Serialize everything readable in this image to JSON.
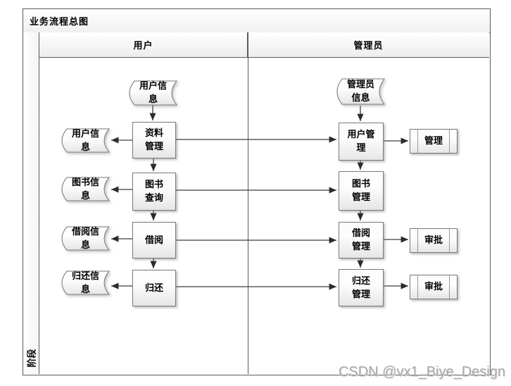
{
  "diagram": {
    "title": "业务流程总图",
    "stage_label": "阶段",
    "lanes": [
      {
        "id": "user",
        "label": "用户"
      },
      {
        "id": "admin",
        "label": "管理员"
      }
    ],
    "nodes": {
      "user_info_src": {
        "shape": "stored-data",
        "lane": "user",
        "label": [
          "用户信",
          "息"
        ]
      },
      "ziliao_guanli": {
        "shape": "process",
        "lane": "user",
        "label": [
          "资料",
          "管理"
        ]
      },
      "user_info_out": {
        "shape": "stored-data",
        "lane": "user",
        "label": [
          "用户信",
          "息"
        ]
      },
      "tushu_chaxun": {
        "shape": "process",
        "lane": "user",
        "label": [
          "图书",
          "查询"
        ]
      },
      "tushu_info": {
        "shape": "stored-data",
        "lane": "user",
        "label": [
          "图书信",
          "息"
        ]
      },
      "jieyue": {
        "shape": "process",
        "lane": "user",
        "label": [
          "借阅"
        ]
      },
      "jieyue_info": {
        "shape": "stored-data",
        "lane": "user",
        "label": [
          "借阅信",
          "息"
        ]
      },
      "guihuan": {
        "shape": "process",
        "lane": "user",
        "label": [
          "归还"
        ]
      },
      "guihuan_info": {
        "shape": "stored-data",
        "lane": "user",
        "label": [
          "归还信",
          "息"
        ]
      },
      "admin_info": {
        "shape": "stored-data",
        "lane": "admin",
        "label": [
          "管理员",
          "信息"
        ]
      },
      "yonghu_guanli": {
        "shape": "process",
        "lane": "admin",
        "label": [
          "用户管",
          "理"
        ]
      },
      "guanli_sub": {
        "shape": "predefined-process",
        "lane": "admin",
        "label": [
          "管理"
        ]
      },
      "tushu_guanli": {
        "shape": "process",
        "lane": "admin",
        "label": [
          "图书",
          "管理"
        ]
      },
      "jieyue_guanli": {
        "shape": "process",
        "lane": "admin",
        "label": [
          "借阅",
          "管理"
        ]
      },
      "shenpi_1": {
        "shape": "predefined-process",
        "lane": "admin",
        "label": [
          "审批"
        ]
      },
      "guihuan_guanli": {
        "shape": "process",
        "lane": "admin",
        "label": [
          "归还",
          "管理"
        ]
      },
      "shenpi_2": {
        "shape": "predefined-process",
        "lane": "admin",
        "label": [
          "审批"
        ]
      }
    },
    "edges": [
      {
        "from": "user_info_src",
        "to": "ziliao_guanli"
      },
      {
        "from": "ziliao_guanli",
        "to": "user_info_out"
      },
      {
        "from": "ziliao_guanli",
        "to": "tushu_chaxun"
      },
      {
        "from": "ziliao_guanli",
        "to": "yonghu_guanli"
      },
      {
        "from": "tushu_chaxun",
        "to": "tushu_info"
      },
      {
        "from": "tushu_chaxun",
        "to": "jieyue"
      },
      {
        "from": "tushu_chaxun",
        "to": "tushu_guanli"
      },
      {
        "from": "jieyue",
        "to": "jieyue_info"
      },
      {
        "from": "jieyue",
        "to": "guihuan"
      },
      {
        "from": "jieyue",
        "to": "jieyue_guanli"
      },
      {
        "from": "guihuan",
        "to": "guihuan_info"
      },
      {
        "from": "guihuan",
        "to": "guihuan_guanli"
      },
      {
        "from": "admin_info",
        "to": "yonghu_guanli"
      },
      {
        "from": "yonghu_guanli",
        "to": "guanli_sub"
      },
      {
        "from": "yonghu_guanli",
        "to": "tushu_guanli"
      },
      {
        "from": "tushu_guanli",
        "to": "jieyue_guanli"
      },
      {
        "from": "jieyue_guanli",
        "to": "shenpi_1"
      },
      {
        "from": "jieyue_guanli",
        "to": "guihuan_guanli"
      },
      {
        "from": "guihuan_guanli",
        "to": "shenpi_2"
      }
    ],
    "colors": {
      "frame_border": "#5a5a5a",
      "shape_border": "#7a7a7a",
      "connector": "#3c3c3c",
      "watermark": "#a8a8a8"
    },
    "watermark": "CSDN @vx1_Biye_Design"
  }
}
